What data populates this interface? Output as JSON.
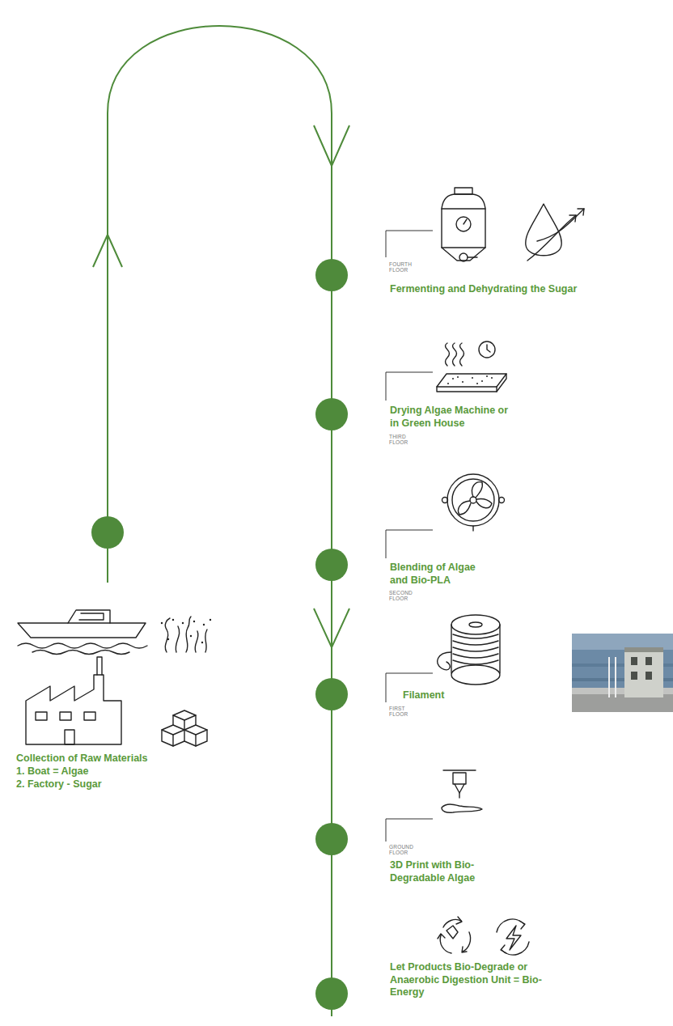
{
  "diagram": {
    "labels": [
      "Fermenting and Dehydrating the Sugar",
      "FOURTH FLOOR",
      "Drying Algae Machine or in Green House",
      "THIRD FLOOR",
      "Blending of Algae and Bio-PLA",
      "SECOND FLOOR",
      "Filament",
      "FIRST FLOOR",
      "3D Print with Bio-Degradable Algae",
      "GROUND FLOOR",
      "Let Products Bio-Degrade or Anaerobic Digestion Unit = Bio-Energy",
      "Collection of Raw Materials",
      "1. Boat = Algae",
      "2. Factory - Sugar"
    ]
  }
}
